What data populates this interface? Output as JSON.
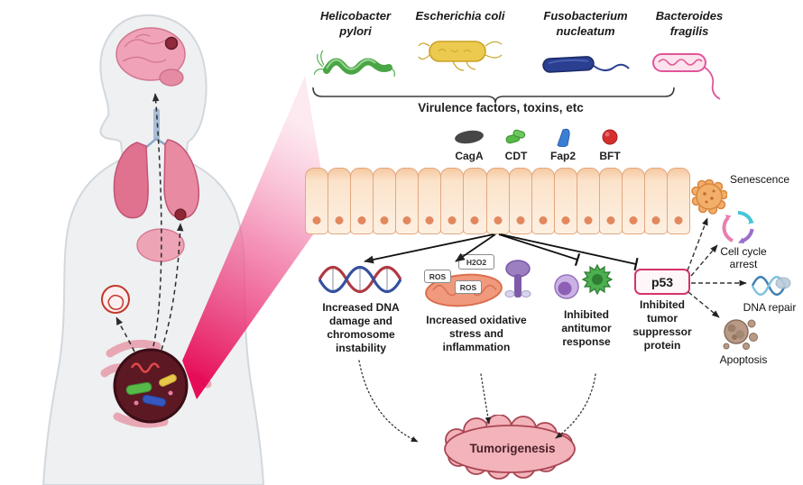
{
  "bacteria": [
    {
      "name": "Helicobacter pylori"
    },
    {
      "name": "Escherichia coli"
    },
    {
      "name": "Fusobacterium nucleatum"
    },
    {
      "name": "Bacteroides fragilis"
    }
  ],
  "virulence_label": "Virulence factors, toxins, etc",
  "toxins": [
    {
      "label": "CagA"
    },
    {
      "label": "CDT"
    },
    {
      "label": "Fap2"
    },
    {
      "label": "BFT"
    }
  ],
  "oxidative_icon": {
    "h2o2": "H2O2",
    "ros_top": "ROS",
    "ros_bottom": "ROS"
  },
  "effects": [
    {
      "label": "Increased DNA damage and chromosome instability"
    },
    {
      "label": "Increased oxidative stress and inflammation"
    },
    {
      "label": "Inhibited antitumor response"
    },
    {
      "label": "Inhibited tumor suppressor protein"
    }
  ],
  "p53_label": "p53",
  "outcomes": [
    {
      "label": "Senescence"
    },
    {
      "label": "Cell cycle arrest"
    },
    {
      "label": "DNA repair"
    },
    {
      "label": "Apoptosis"
    }
  ],
  "tumorigenesis_label": "Tumorigenesis",
  "colors": {
    "p53_pink": "#d6336c",
    "cell_border": "#e2a77d",
    "tumor_fill": "#f3b3ba",
    "tumor_border": "#a94653",
    "beam_red": "#e6004f"
  }
}
